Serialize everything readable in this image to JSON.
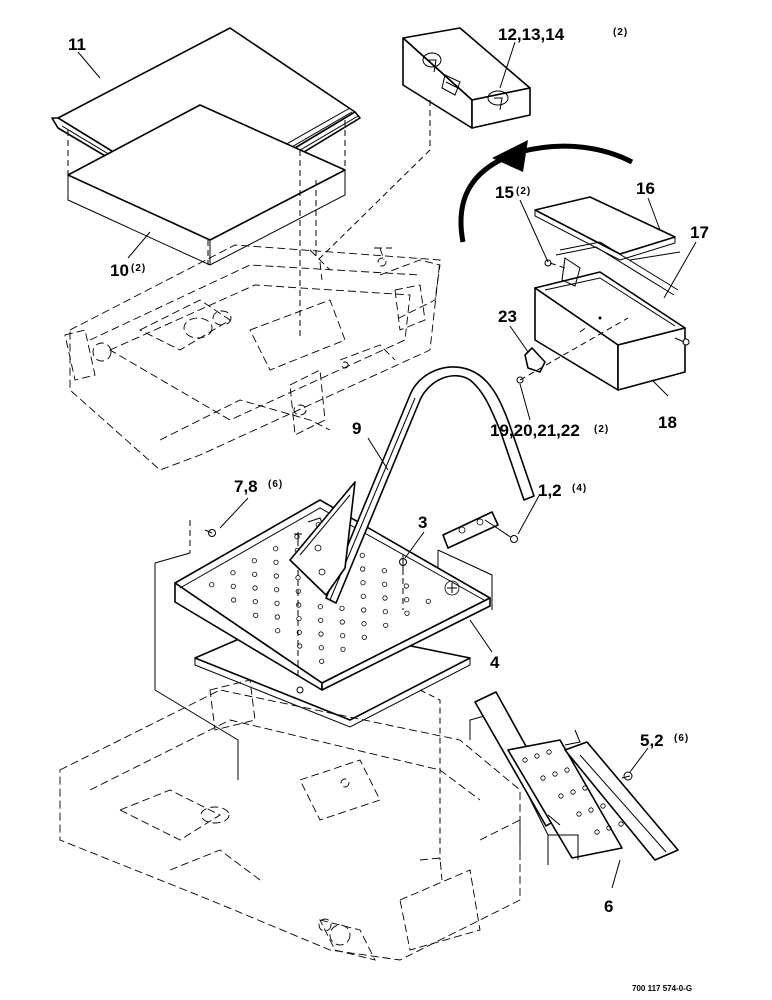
{
  "diagram": {
    "callouts": [
      {
        "id": "c11",
        "number": "11",
        "qty": ""
      },
      {
        "id": "c12",
        "number": "12,13,14",
        "qty": "(2)"
      },
      {
        "id": "c10",
        "number": "10",
        "qty": "(2)"
      },
      {
        "id": "c15",
        "number": "15",
        "qty": "(2)"
      },
      {
        "id": "c16",
        "number": "16",
        "qty": ""
      },
      {
        "id": "c17",
        "number": "17",
        "qty": ""
      },
      {
        "id": "c23",
        "number": "23",
        "qty": ""
      },
      {
        "id": "c18",
        "number": "18",
        "qty": ""
      },
      {
        "id": "c19",
        "number": "19,20,21,22",
        "qty": "(2)"
      },
      {
        "id": "c9",
        "number": "9",
        "qty": ""
      },
      {
        "id": "c78",
        "number": "7,8",
        "qty": "(6)"
      },
      {
        "id": "c12b",
        "number": "1,2",
        "qty": "(4)"
      },
      {
        "id": "c3",
        "number": "3",
        "qty": ""
      },
      {
        "id": "c4",
        "number": "4",
        "qty": ""
      },
      {
        "id": "c52",
        "number": "5,2",
        "qty": "(6)"
      },
      {
        "id": "c6",
        "number": "6",
        "qty": ""
      }
    ],
    "drawing_number": "700 117 574-0-G"
  }
}
